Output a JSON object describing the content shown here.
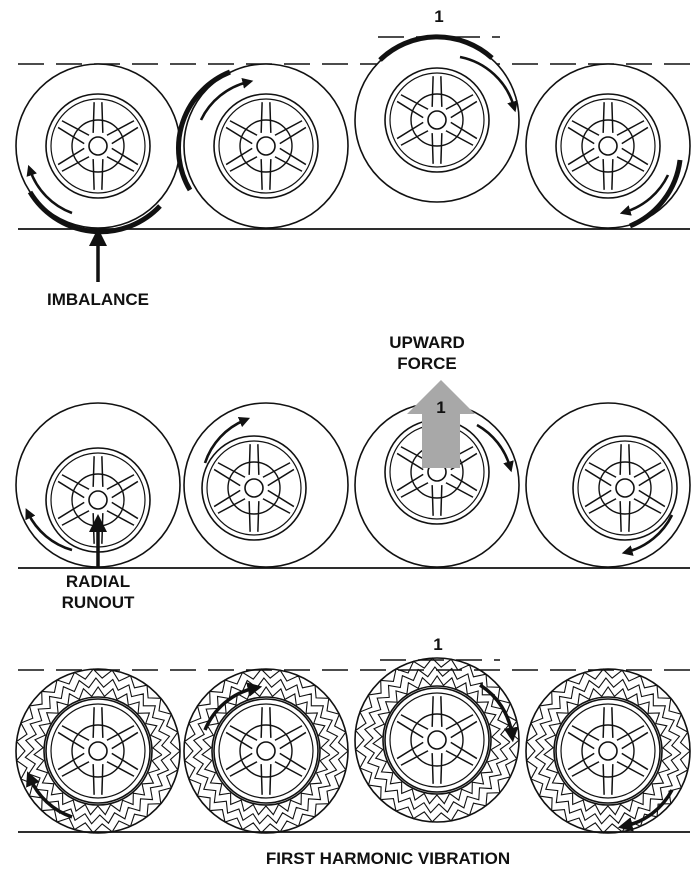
{
  "panels": {
    "imbalance": {
      "label": "IMBALANCE",
      "marker": "1"
    },
    "radial_runout": {
      "label_line1": "RADIAL",
      "label_line2": "RUNOUT",
      "force_label_line1": "UPWARD",
      "force_label_line2": "FORCE",
      "marker": "1"
    },
    "first_harmonic": {
      "title": "FIRST HARMONIC VIBRATION",
      "marker": "1"
    }
  },
  "colors": {
    "ink": "#111111",
    "force_arrow": "#a8a8a8",
    "background": "#ffffff"
  },
  "icons": [
    "wheel-icon",
    "rotation-arrow-icon",
    "pointer-arrow-icon",
    "force-arrow-icon"
  ]
}
